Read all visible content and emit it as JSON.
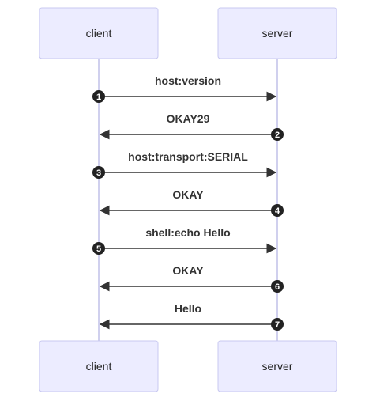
{
  "participants": [
    {
      "id": "client",
      "label": "client"
    },
    {
      "id": "server",
      "label": "server"
    }
  ],
  "messages": [
    {
      "seq": "1",
      "from": "client",
      "to": "server",
      "label": "host:version"
    },
    {
      "seq": "2",
      "from": "server",
      "to": "client",
      "label": "OKAY29"
    },
    {
      "seq": "3",
      "from": "client",
      "to": "server",
      "label": "host:transport:SERIAL"
    },
    {
      "seq": "4",
      "from": "server",
      "to": "client",
      "label": "OKAY"
    },
    {
      "seq": "5",
      "from": "client",
      "to": "server",
      "label": "shell:echo Hello"
    },
    {
      "seq": "6",
      "from": "server",
      "to": "client",
      "label": "OKAY"
    },
    {
      "seq": "7",
      "from": "server",
      "to": "client",
      "label": "Hello"
    }
  ],
  "colors": {
    "actor_fill": "#ececff",
    "actor_border": "#c8c8f0",
    "lifeline": "#d0d0ee",
    "arrow": "#333333",
    "sequence_badge": "#222222"
  }
}
